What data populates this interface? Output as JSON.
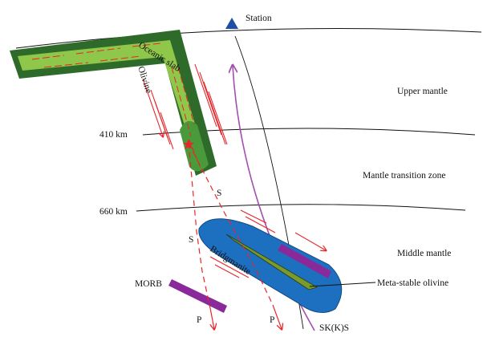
{
  "labels": {
    "station": "Station",
    "oceanic_slab": "Oceanic slab",
    "olivine": "Olivine",
    "upper_mantle": "Upper mantle",
    "depth_410": "410 km",
    "mantle_transition_zone": "Mantle transition zone",
    "depth_660": "660 km",
    "middle_mantle": "Middle mantle",
    "bridgmanite": "Bridgmanite",
    "meta_stable_olivine": "Meta-stable olivine",
    "morb": "MORB",
    "s_upper": "S",
    "s_lower": "S",
    "p_left": "P",
    "p_right": "P",
    "skks": "SK(K)S"
  },
  "colors": {
    "slab_dark_green": "#2e6b2a",
    "slab_light_green": "#8fc74a",
    "slab_core_green": "#4a9a3c",
    "stress_red": "#e8262a",
    "skks_ray_purple": "#a24fb0",
    "station_blue": "#1f4fa3",
    "metastable_blue": "#1d6fc0",
    "metastable_core_olive": "#7a9a2a",
    "morb_purple": "#8a2a9a",
    "boundary_black": "#111111"
  },
  "icons": {
    "station": "triangle-station-icon",
    "earthquake": "star-hypocenter-icon"
  }
}
